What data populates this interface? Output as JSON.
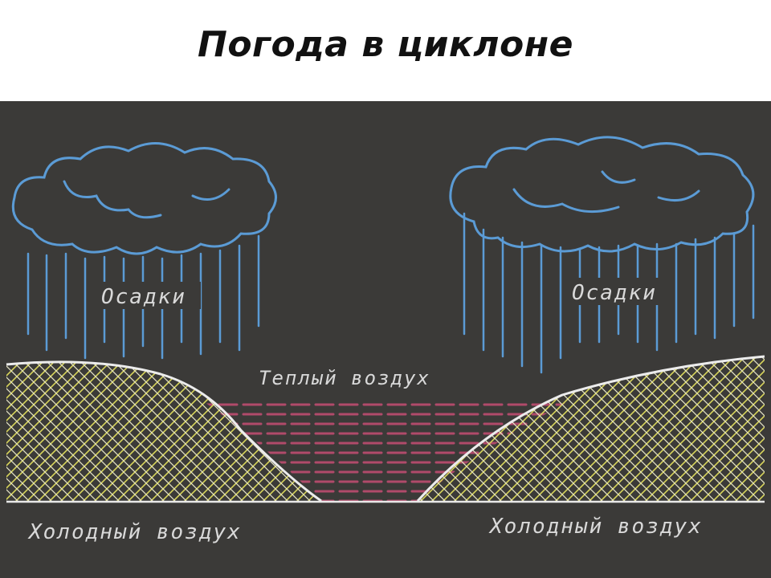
{
  "title": "Погода в циклоне",
  "labels": {
    "precip_left": "Осадки",
    "precip_right": "Осадки",
    "warm_air": "Теплый воздух",
    "cold_air_left": "Холодный воздух",
    "cold_air_right": "Холодный воздух"
  },
  "colors": {
    "board": "#3b3a38",
    "cloud_rain": "#5b9bd5",
    "cold_air_hatch": "#d8d55a",
    "warm_air_hatch": "#b04a6a",
    "label_text": "#d9d9d9",
    "ground": "#e8e8e8"
  }
}
